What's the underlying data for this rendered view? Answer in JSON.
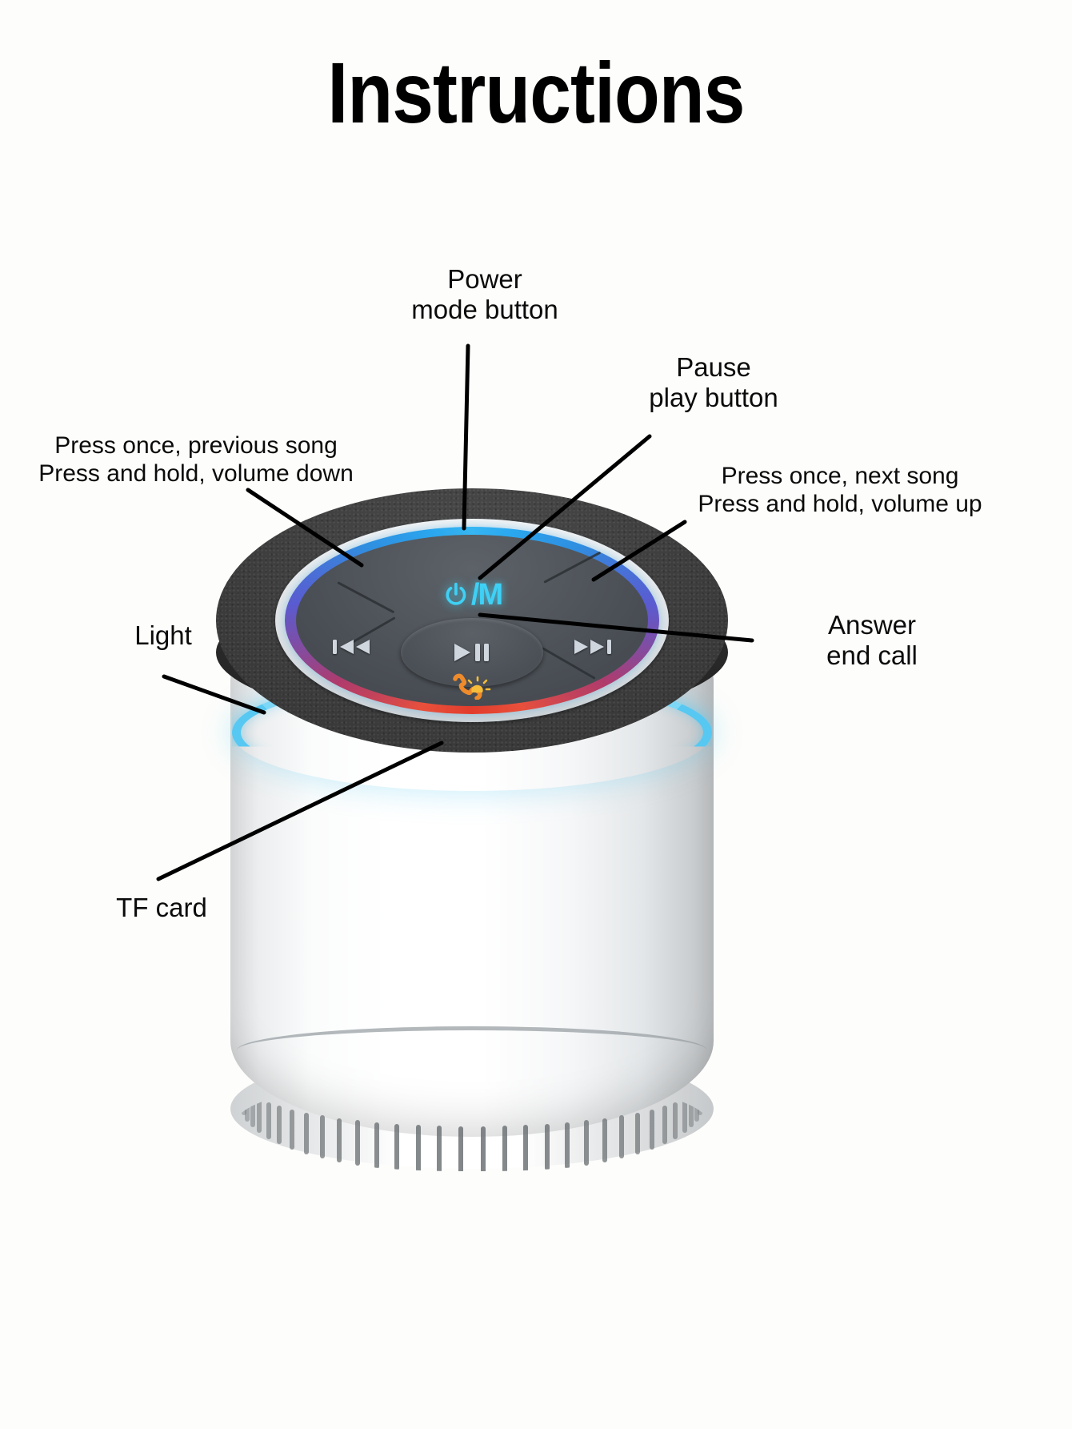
{
  "page": {
    "title": "Instructions",
    "background_color": "#fdfdfb",
    "text_color": "#0b0b0b"
  },
  "callouts": [
    {
      "id": "power-mode",
      "name": "power-mode-button",
      "text": "Power\nmode button",
      "align": "center"
    },
    {
      "id": "pause-play",
      "name": "pause-play-button",
      "text": "Pause\nplay button",
      "align": "center"
    },
    {
      "id": "previous",
      "name": "previous-song-volume-down",
      "text": "Press once, previous song\nPress and hold, volume down",
      "align": "center"
    },
    {
      "id": "next",
      "name": "next-song-volume-up",
      "text": "Press once, next song\nPress and hold, volume up",
      "align": "center"
    },
    {
      "id": "answer",
      "name": "answer-end-call",
      "text": "Answer\nend call",
      "align": "center"
    },
    {
      "id": "light",
      "name": "light-ring",
      "text": "Light",
      "align": "center"
    },
    {
      "id": "tfcard",
      "name": "tf-card-slot",
      "text": "TF card",
      "align": "center"
    }
  ],
  "device": {
    "type": "bluetooth-speaker",
    "body_color": "#ffffff",
    "foam_top_color": "#2b2b2b",
    "light_ring_color": "#56c8f2",
    "panel_ring_gradient": [
      "#36b6f2",
      "#5a5bd0",
      "#e23c2c"
    ],
    "panel_face_color": "#4a4f55",
    "power_mode_label": "/M",
    "power_mode_color": "#3fd0f5",
    "call_icon_color": "#f0962c",
    "buttons": [
      {
        "name": "power-mode-button",
        "icon": "power-icon",
        "label": "/M"
      },
      {
        "name": "play-pause-button",
        "icon": "play-pause-icon",
        "label": ""
      },
      {
        "name": "previous-track-button",
        "icon": "previous-track-icon",
        "label": ""
      },
      {
        "name": "next-track-button",
        "icon": "next-track-icon",
        "label": ""
      },
      {
        "name": "answer-call-button",
        "icon": "phone-handset-icon",
        "label": ""
      }
    ]
  }
}
